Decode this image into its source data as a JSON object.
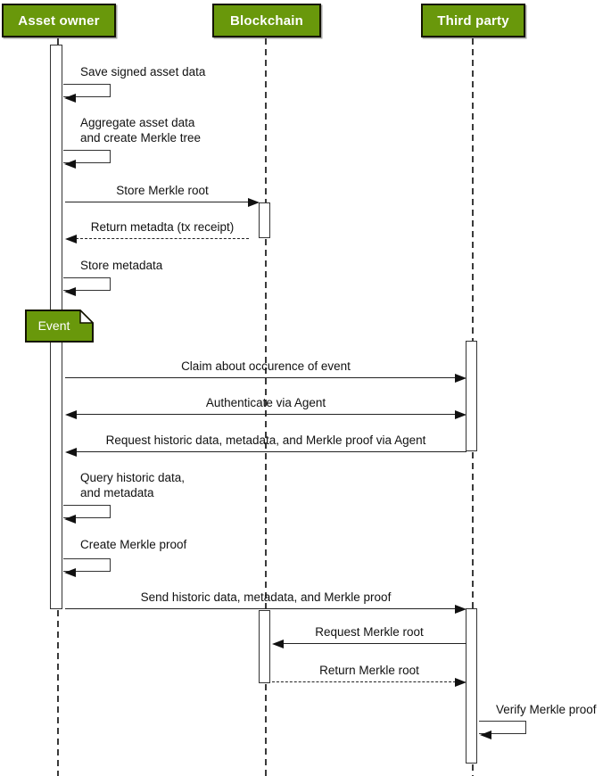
{
  "diagram_type": "uml-sequence-diagram",
  "colors": {
    "actor_fill": "#69980b",
    "actor_border": "#141400",
    "actor_text": "#ffffff",
    "note_fill": "#69980b",
    "line": "#222222",
    "background": "#ffffff"
  },
  "actors": [
    {
      "id": "asset-owner",
      "label": "Asset owner"
    },
    {
      "id": "blockchain",
      "label": "Blockchain"
    },
    {
      "id": "third-party",
      "label": "Third party"
    }
  ],
  "note": {
    "label": "Event",
    "attached_to": "asset-owner"
  },
  "messages": [
    {
      "label": "Save signed asset data",
      "kind": "self",
      "actor": "asset-owner"
    },
    {
      "label": "Aggregate asset data\nand create Merkle tree",
      "kind": "self",
      "actor": "asset-owner"
    },
    {
      "label": "Store Merkle root",
      "kind": "solid",
      "from": "asset-owner",
      "to": "blockchain"
    },
    {
      "label": "Return metadta (tx receipt)",
      "kind": "dashed",
      "from": "blockchain",
      "to": "asset-owner"
    },
    {
      "label": "Store metadata",
      "kind": "self",
      "actor": "asset-owner"
    },
    {
      "label": "Claim about occurence of event",
      "kind": "solid",
      "from": "asset-owner",
      "to": "third-party"
    },
    {
      "label": "Authenticate via Agent",
      "kind": "solid-bidirectional",
      "from": "asset-owner",
      "to": "third-party"
    },
    {
      "label": "Request historic data, metadata, and Merkle proof via Agent",
      "kind": "solid",
      "from": "third-party",
      "to": "asset-owner"
    },
    {
      "label": "Query historic data,\nand metadata",
      "kind": "self",
      "actor": "asset-owner"
    },
    {
      "label": "Create Merkle proof",
      "kind": "self",
      "actor": "asset-owner"
    },
    {
      "label": "Send historic data, metadata, and Merkle proof",
      "kind": "solid",
      "from": "asset-owner",
      "to": "third-party"
    },
    {
      "label": "Request Merkle root",
      "kind": "solid",
      "from": "third-party",
      "to": "blockchain"
    },
    {
      "label": "Return Merkle root",
      "kind": "dashed",
      "from": "blockchain",
      "to": "third-party"
    },
    {
      "label": "Verify Merkle proof",
      "kind": "self",
      "actor": "third-party"
    }
  ]
}
